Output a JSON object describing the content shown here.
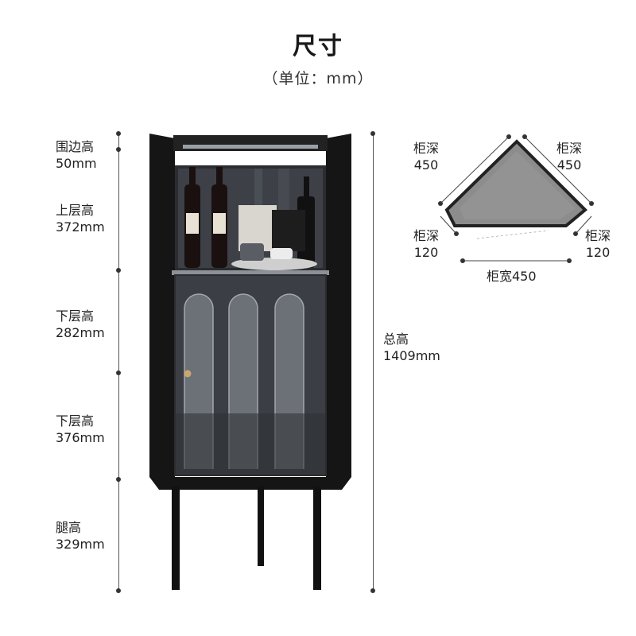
{
  "header": {
    "title": "尺寸",
    "subtitle": "（单位：mm）"
  },
  "left_dims": [
    {
      "name": "围边高",
      "value": "50mm"
    },
    {
      "name": "上层高",
      "value": "372mm"
    },
    {
      "name": "下层高",
      "value": "282mm"
    },
    {
      "name": "下层高",
      "value": "376mm"
    },
    {
      "name": "腿高",
      "value": "329mm"
    }
  ],
  "total_height": {
    "name": "总高",
    "value": "1409mm"
  },
  "plan": {
    "depth_left": {
      "name": "柜深",
      "value": "450"
    },
    "depth_right": {
      "name": "柜深",
      "value": "450"
    },
    "side_left": {
      "name": "柜深",
      "value": "120"
    },
    "side_right": {
      "name": "柜深",
      "value": "120"
    },
    "width": "柜宽450"
  },
  "colors": {
    "cabinet": "#1b1b1b",
    "glass": "#4a4d52",
    "plan_fill": "#8c8c8c"
  }
}
